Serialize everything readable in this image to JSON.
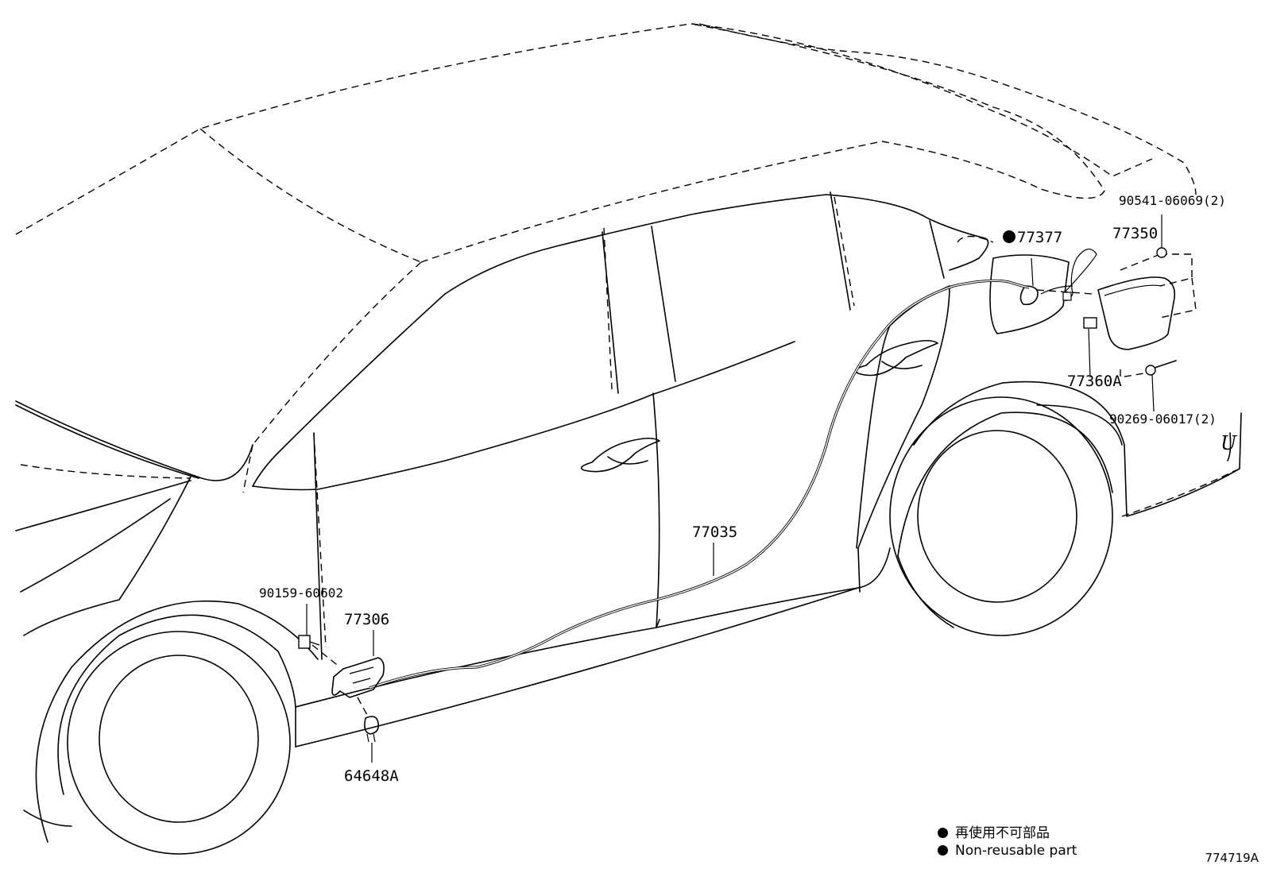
{
  "labels": {
    "bolt_upper": "90541-06069(2)",
    "clip_open": "77377",
    "fuel_lid": "77350",
    "cushion": "77360A",
    "bolt_lower": "90269-06017(2)",
    "cable": "77035",
    "screw": "90159-60602",
    "opener_lever": "77306",
    "clip_lower": "64648A",
    "badge_mark": "U"
  },
  "legend": {
    "line_japanese": "再使用不可部品",
    "line_english": "Non-reusable part"
  },
  "reference": "774719A",
  "icons": {
    "non_reusable_marker": "filled-circle-icon"
  }
}
